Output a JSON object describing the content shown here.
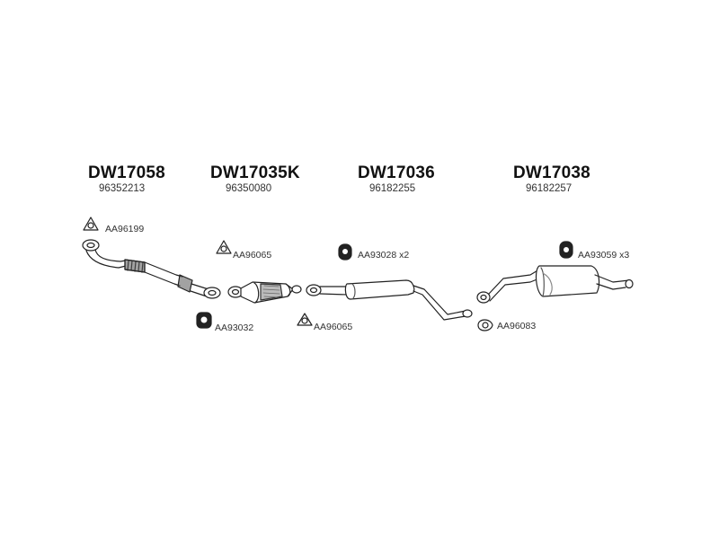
{
  "groups": [
    {
      "part_code": "DW17058",
      "oem_code": "96352213"
    },
    {
      "part_code": "DW17035K",
      "oem_code": "96350080"
    },
    {
      "part_code": "DW17036",
      "oem_code": "96182255"
    },
    {
      "part_code": "DW17038",
      "oem_code": "96182257"
    }
  ],
  "accessories": {
    "gasket_front": "AA96199",
    "gasket_cat_in": "AA96065",
    "clamp_front": "AA93032",
    "gasket_cat_out": "AA96065",
    "hanger_mid": "AA93028 x2",
    "hanger_rear": "AA93059 x3",
    "gasket_rear": "AA96083"
  },
  "colors": {
    "ink": "#222222",
    "text": "#111111"
  }
}
